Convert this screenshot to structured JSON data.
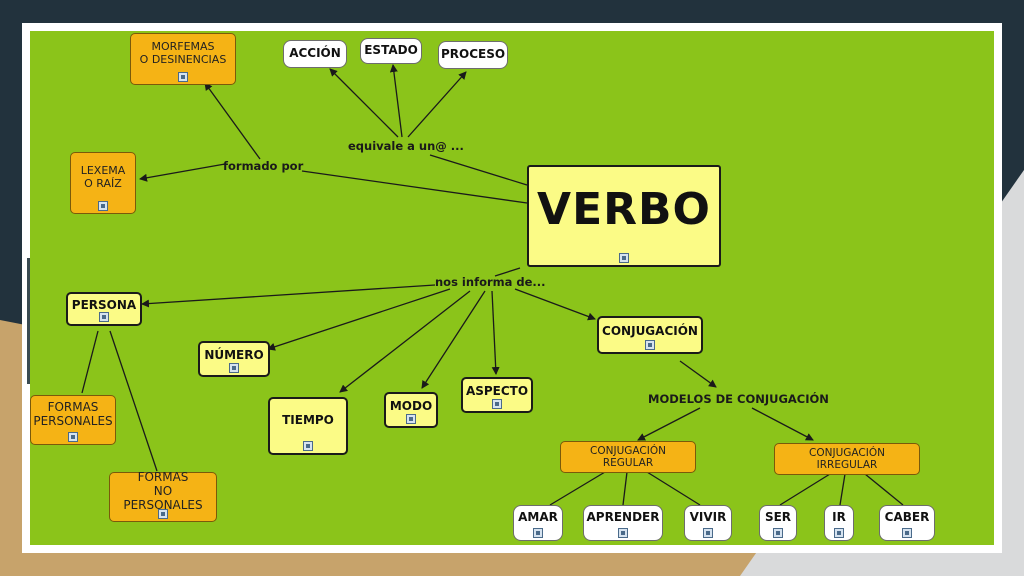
{
  "concept_map": {
    "center": "VERBO",
    "link_labels": {
      "formado_por": "formado por",
      "equivale": "equivale a un@ ...",
      "nos_informa": "nos informa de...",
      "modelos": "MODELOS DE CONJUGACIÓN"
    },
    "nodes": {
      "morfemas": "MORFEMAS\nO DESINENCIAS",
      "lexema": "LEXEMA\nO RAÍZ",
      "accion": "ACCIÓN",
      "estado": "ESTADO",
      "proceso": "PROCESO",
      "persona": "PERSONA",
      "numero": "NÚMERO",
      "tiempo": "TIEMPO",
      "modo": "MODO",
      "aspecto": "ASPECTO",
      "conjugacion": "CONJUGACIÓN",
      "formas_personales": "FORMAS\nPERSONALES",
      "formas_no_personales": "FORMAS\nNO PERSONALES",
      "conj_regular": "CONJUGACIÓN REGULAR",
      "conj_irregular": "CONJUGACIÓN IRREGULAR",
      "amar": "AMAR",
      "aprender": "APRENDER",
      "vivir": "VIVIR",
      "ser": "SER",
      "ir": "IR",
      "caber": "CABER"
    }
  },
  "colors": {
    "map_background": "#8bc41a",
    "yellow_node": "#fbfb86",
    "orange_node": "#f5b315",
    "white_node": "#ffffff"
  }
}
